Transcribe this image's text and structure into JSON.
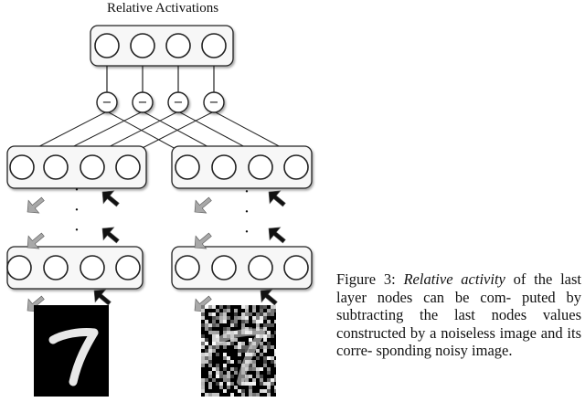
{
  "diagram": {
    "title": "Relative Activations",
    "operator_symbol": "−",
    "continuation_symbol": "·",
    "colors": {
      "stroke": "#222222",
      "node_fill": "#ffffff",
      "layer_fill": "#f7f7f7",
      "encode_arrow": "#a8a8a8",
      "decode_arrow": "#111111",
      "image_background": "#000000",
      "digit_stroke": "#e8e8e8"
    }
  },
  "caption": {
    "prefix": "Figure 3:",
    "emphasis": "Relative activity",
    "line1_rest": "of",
    "line2": "the last layer nodes can be com-",
    "line3": "puted by subtracting the last",
    "line4": "nodes values constructed by a",
    "line5": "noiseless image and its corre-",
    "line6": "sponding noisy image."
  }
}
